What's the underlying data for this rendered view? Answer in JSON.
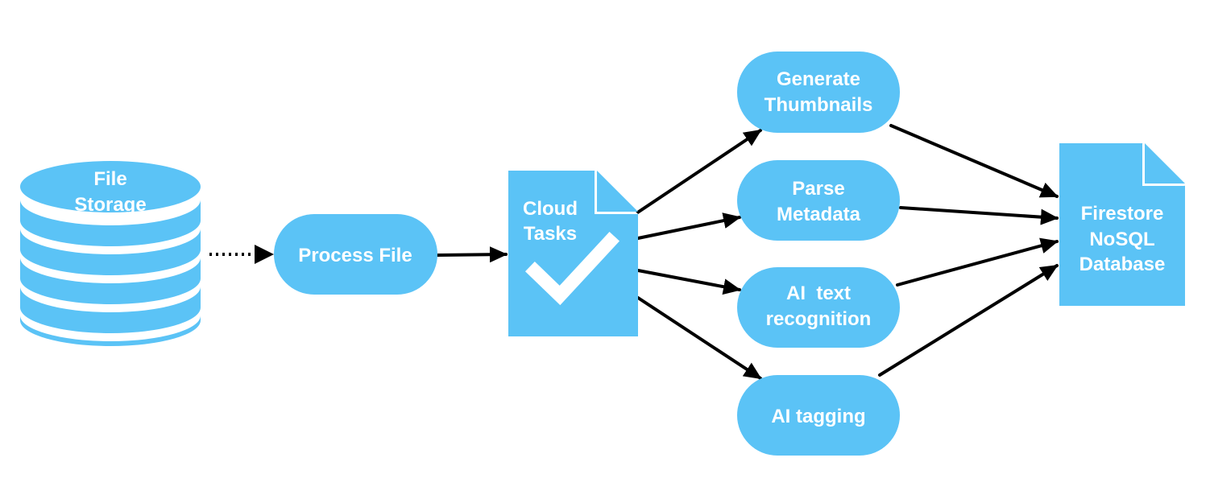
{
  "colors": {
    "node_fill": "#5bc3f6",
    "edge": "#000000",
    "text": "#ffffff",
    "background": "#ffffff"
  },
  "nodes": {
    "file_storage": {
      "lines": [
        "File",
        "Storage"
      ],
      "icon": "database-icon"
    },
    "process_file": {
      "lines": [
        "Process File"
      ]
    },
    "cloud_tasks": {
      "lines": [
        "Cloud",
        "Tasks"
      ],
      "icon": "checkmark-icon"
    },
    "generate_thumbnails": {
      "lines": [
        "Generate",
        "Thumbnails"
      ]
    },
    "parse_metadata": {
      "lines": [
        "Parse",
        "Metadata"
      ]
    },
    "ai_text_recognition": {
      "lines": [
        "AI  text",
        "recognition"
      ]
    },
    "ai_tagging": {
      "lines": [
        "AI tagging"
      ]
    },
    "firestore": {
      "lines": [
        "Firestore",
        "NoSQL",
        "Database"
      ]
    }
  },
  "edges": [
    {
      "from": "file_storage",
      "to": "process_file",
      "style": "dotted"
    },
    {
      "from": "process_file",
      "to": "cloud_tasks",
      "style": "solid"
    },
    {
      "from": "cloud_tasks",
      "to": "generate_thumbnails",
      "style": "solid"
    },
    {
      "from": "cloud_tasks",
      "to": "parse_metadata",
      "style": "solid"
    },
    {
      "from": "cloud_tasks",
      "to": "ai_text_recognition",
      "style": "solid"
    },
    {
      "from": "cloud_tasks",
      "to": "ai_tagging",
      "style": "solid"
    },
    {
      "from": "generate_thumbnails",
      "to": "firestore",
      "style": "solid"
    },
    {
      "from": "parse_metadata",
      "to": "firestore",
      "style": "solid"
    },
    {
      "from": "ai_text_recognition",
      "to": "firestore",
      "style": "solid"
    },
    {
      "from": "ai_tagging",
      "to": "firestore",
      "style": "solid"
    }
  ]
}
